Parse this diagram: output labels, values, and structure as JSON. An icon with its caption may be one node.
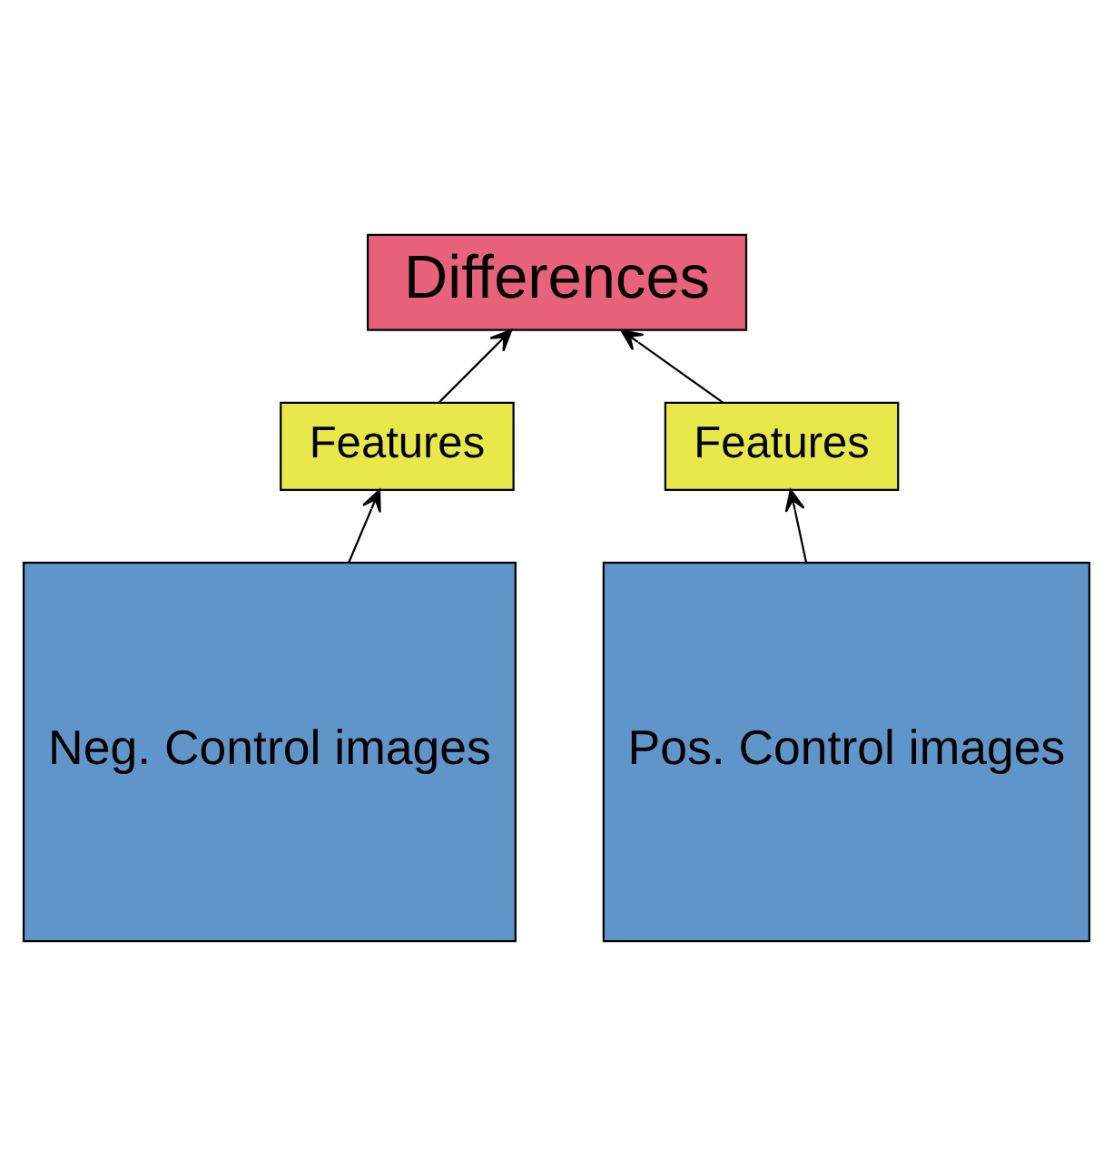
{
  "diagram": {
    "nodes": [
      {
        "text": [
          "Differences"
        ]
      },
      {
        "text": [
          "Features"
        ]
      },
      {
        "text": [
          "Features"
        ]
      },
      {
        "text": [
          "Neg. Control images"
        ]
      },
      {
        "text": [
          "Pos. Control images"
        ]
      }
    ],
    "edges": [
      {
        "from": 1,
        "to": 0,
        "arrow": "to"
      },
      {
        "from": 2,
        "to": 0,
        "arrow": "to"
      },
      {
        "from": 3,
        "to": 1,
        "arrow": "to"
      },
      {
        "from": 4,
        "to": 2,
        "arrow": "to"
      }
    ]
  }
}
